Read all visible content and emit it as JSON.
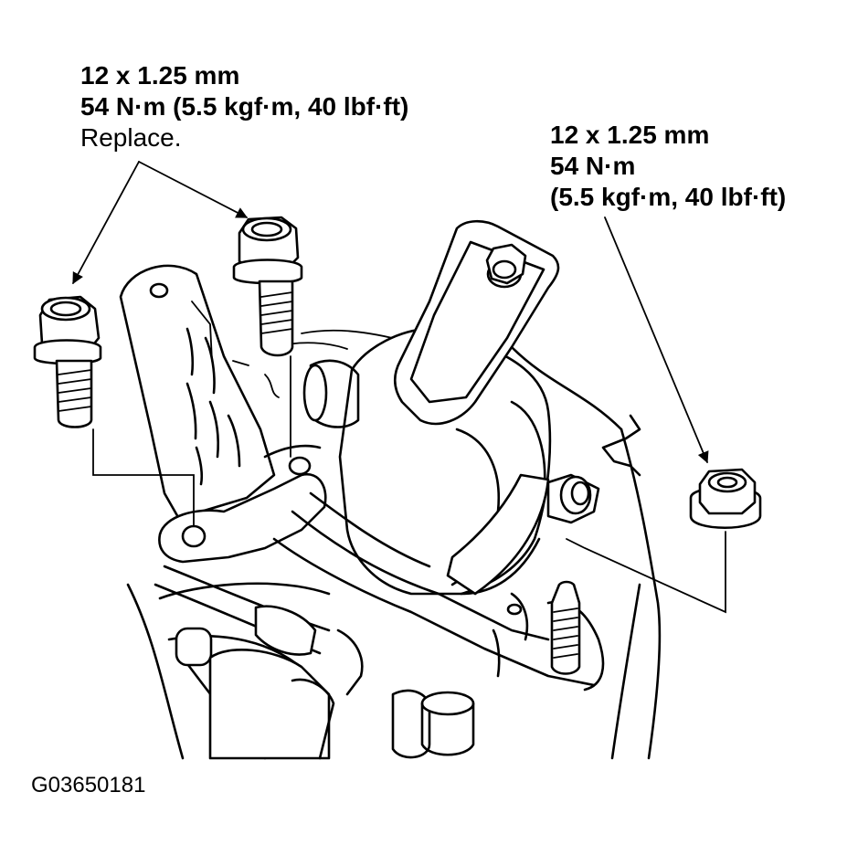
{
  "callouts": {
    "left": {
      "size": "12 x 1.25 mm",
      "torque": "54 N·m (5.5 kgf·m, 40 lbf·ft)",
      "note": "Replace."
    },
    "right": {
      "size": "12 x 1.25 mm",
      "torque": "54 N·m",
      "torque_alt": "(5.5 kgf·m, 40 lbf·ft)"
    }
  },
  "figure_id": "G03650181",
  "colors": {
    "ink": "#000000",
    "paper": "#ffffff"
  },
  "icons": [
    "bolt-icon",
    "flange-nut-icon",
    "stud-icon",
    "engine-mount-icon",
    "bracket-icon",
    "arrow-icon"
  ]
}
